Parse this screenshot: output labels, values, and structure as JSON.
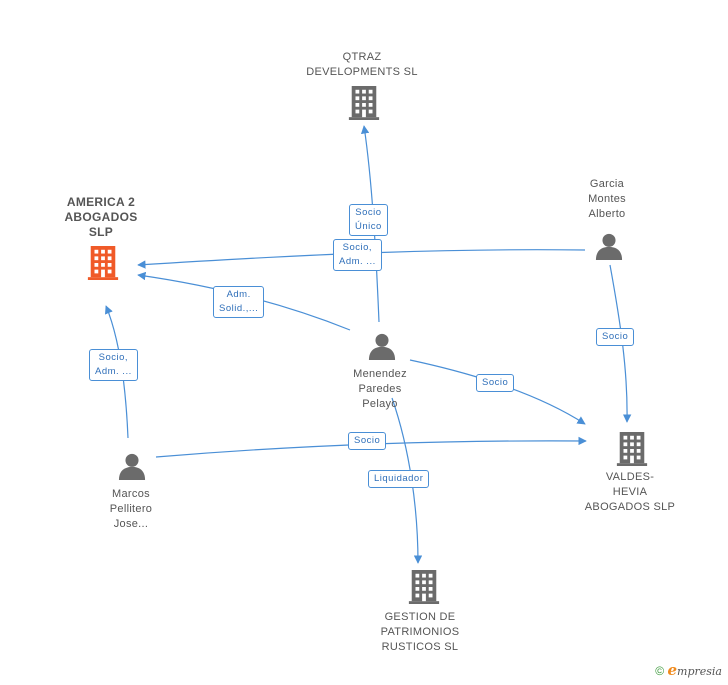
{
  "colors": {
    "edge": "#4a8fd6",
    "node": "#6b6b6b",
    "highlight": "#f05a28"
  },
  "nodes": {
    "qtraz": {
      "lines": [
        "QTRAZ",
        "DEVELOPMENTS SL"
      ],
      "type": "company"
    },
    "america": {
      "lines": [
        "AMERICA 2",
        "ABOGADOS",
        "SLP"
      ],
      "type": "company",
      "highlighted": true
    },
    "garcia": {
      "lines": [
        "Garcia",
        "Montes",
        "Alberto"
      ],
      "type": "person"
    },
    "menendez": {
      "lines": [
        "Menendez",
        "Paredes",
        "Pelayo"
      ],
      "type": "person"
    },
    "marcos": {
      "lines": [
        "Marcos",
        "Pellitero",
        "Jose..."
      ],
      "type": "person"
    },
    "valdes": {
      "lines": [
        "VALDES-",
        "HEVIA",
        "ABOGADOS SLP"
      ],
      "type": "company"
    },
    "gestion": {
      "lines": [
        "GESTION DE",
        "PATRIMONIOS",
        "RUSTICOS SL"
      ],
      "type": "company"
    }
  },
  "edges": [
    {
      "id": "socio-unico",
      "lines": [
        "Socio",
        "Único"
      ]
    },
    {
      "id": "socio-adm-garcia",
      "lines": [
        "Socio,",
        "Adm. ..."
      ]
    },
    {
      "id": "adm-solid",
      "lines": [
        "Adm.",
        "Solid.,..."
      ]
    },
    {
      "id": "socio-adm-marcos",
      "lines": [
        "Socio,",
        "Adm. ..."
      ]
    },
    {
      "id": "socio-garcia-valdes",
      "lines": [
        "Socio"
      ]
    },
    {
      "id": "socio-menendez-valdes",
      "lines": [
        "Socio"
      ]
    },
    {
      "id": "socio-marcos-valdes",
      "lines": [
        "Socio"
      ]
    },
    {
      "id": "liquidador",
      "lines": [
        "Liquidador"
      ]
    }
  ],
  "footer": {
    "copyright": "©",
    "brand_initial": "e",
    "brand_rest": "mpresia"
  }
}
